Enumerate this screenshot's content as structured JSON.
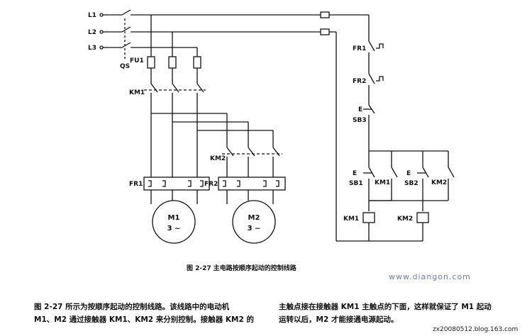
{
  "labels": {
    "l1": "L1",
    "l2": "L2",
    "l3": "L3",
    "fu1": "FU1",
    "qs": "QS",
    "km1_main": "KM1",
    "km2_main": "KM2",
    "fr1_main": "FR1",
    "fr2_main": "FR2",
    "fr1_ctrl": "FR1",
    "fr2_ctrl": "FR2",
    "sb3": "SB3",
    "sb1": "SB1",
    "sb2": "SB2",
    "km1_aux": "KM1",
    "km2_aux": "KM2",
    "km1_coil": "KM1",
    "km2_coil": "KM2",
    "e_sb3": "E",
    "e_sb1": "E",
    "e_sb2": "E"
  },
  "motors": {
    "m1_name": "M1",
    "m1_phase": "3 ~",
    "m2_name": "M2",
    "m2_phase": "3 ~"
  },
  "caption": "图 2-27   主电路按顺序起动的控制线路",
  "watermark": {
    "site": "www.diangon.com",
    "blog": "zx20080512.blog.163.com"
  },
  "paragraph_left": [
    "图 2-27 所示为按顺序起动的控制线路。该线路中的电动机",
    "M1、M2 通过接触器 KM1、KM2 来分别控制。接触器 KM2 的"
  ],
  "paragraph_right": [
    "主触点接在接触器 KM1 主触点的下面，这样就保证了 M1 起动",
    "运转以后，M2 才能接通电源起动。"
  ]
}
